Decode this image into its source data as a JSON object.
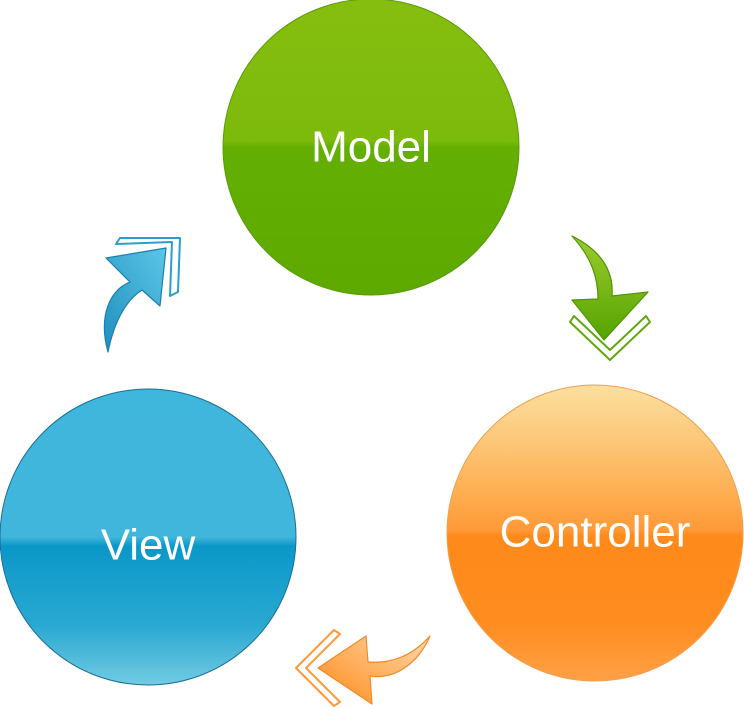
{
  "nodes": {
    "model": {
      "label": "Model",
      "color": "#66b30a"
    },
    "controller": {
      "label": "Controller",
      "color": "#ff8c1a"
    },
    "view": {
      "label": "View",
      "color": "#1aa0d2"
    }
  },
  "arrows": [
    {
      "from": "model",
      "to": "controller",
      "color": "#6fb716",
      "icon": "curved-double-arrow-icon"
    },
    {
      "from": "controller",
      "to": "view",
      "color": "#ff9a3a",
      "icon": "curved-double-arrow-icon"
    },
    {
      "from": "view",
      "to": "model",
      "color": "#3ab4dc",
      "icon": "curved-double-arrow-icon"
    }
  ]
}
